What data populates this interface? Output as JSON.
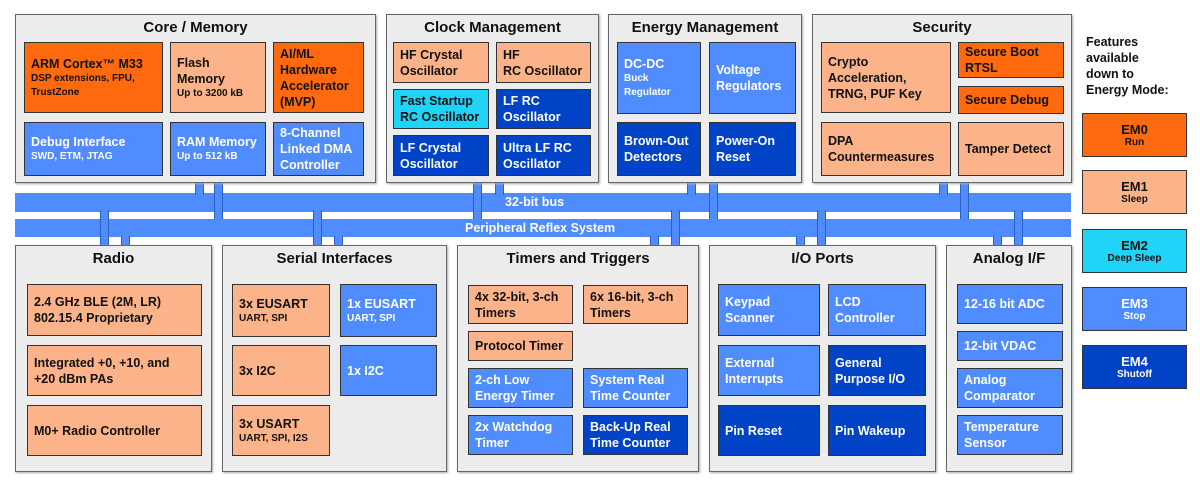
{
  "buses": {
    "bus32": "32-bit bus",
    "prs": "Peripheral Reflex System"
  },
  "core": {
    "title": "Core / Memory",
    "blocks": [
      {
        "title": "ARM Cortex™ M33",
        "sub": "DSP extensions, FPU,\nTrustZone",
        "mode": "EM0"
      },
      {
        "title": "Flash\nMemory",
        "sub": "Up to 3200 kB",
        "mode": "EM1"
      },
      {
        "title": "AI/ML\nHardware\nAccelerator\n(MVP)",
        "mode": "EM0"
      },
      {
        "title": "Debug Interface",
        "sub": "SWD, ETM, JTAG",
        "mode": "EM3"
      },
      {
        "title": "RAM Memory",
        "sub": "Up to 512 kB",
        "mode": "EM3"
      },
      {
        "title": "8-Channel\nLinked DMA\nController",
        "mode": "EM3"
      }
    ]
  },
  "clock": {
    "title": "Clock Management",
    "blocks": [
      {
        "title": "HF Crystal\nOscillator",
        "mode": "EM1"
      },
      {
        "title": "HF\nRC Oscillator",
        "mode": "EM1"
      },
      {
        "title": "Fast Startup\nRC Oscillator",
        "mode": "EM2"
      },
      {
        "title": "LF RC\nOscillator",
        "mode": "EM4"
      },
      {
        "title": "LF Crystal\nOscillator",
        "mode": "EM4"
      },
      {
        "title": "Ultra LF RC\nOscillator",
        "mode": "EM4"
      }
    ]
  },
  "energy": {
    "title": "Energy Management",
    "blocks": [
      {
        "title": "DC-DC",
        "sub": "Buck Regulator",
        "mode": "EM3"
      },
      {
        "title": "Voltage\nRegulators",
        "mode": "EM3"
      },
      {
        "title": "Brown-Out\nDetectors",
        "mode": "EM4"
      },
      {
        "title": "Power-On\nReset",
        "mode": "EM4"
      }
    ]
  },
  "security": {
    "title": "Security",
    "blocks": [
      {
        "title": "Crypto\nAcceleration,\nTRNG, PUF Key",
        "mode": "EM1"
      },
      {
        "title": "Secure Boot\nRTSL",
        "mode": "EM0"
      },
      {
        "title": "Secure Debug",
        "mode": "EM0"
      },
      {
        "title": "DPA\nCountermeasures",
        "mode": "EM1"
      },
      {
        "title": "Tamper Detect",
        "mode": "EM1"
      }
    ]
  },
  "radio": {
    "title": "Radio",
    "blocks": [
      {
        "title": "2.4 GHz BLE (2M, LR)\n802.15.4 Proprietary",
        "mode": "EM1"
      },
      {
        "title": "Integrated +0,  +10, and\n+20 dBm PAs",
        "mode": "EM1"
      },
      {
        "title": "M0+ Radio Controller",
        "mode": "EM1"
      }
    ]
  },
  "serial": {
    "title": "Serial Interfaces",
    "blocks": [
      {
        "title": "3x EUSART",
        "sub": "UART, SPI",
        "mode": "EM1"
      },
      {
        "title": "1x EUSART",
        "sub": "UART, SPI",
        "mode": "EM3"
      },
      {
        "title": "3x I2C",
        "mode": "EM1"
      },
      {
        "title": "1x I2C",
        "mode": "EM3"
      },
      {
        "title": "3x USART",
        "sub": "UART, SPI, I2S",
        "mode": "EM1"
      }
    ]
  },
  "timers": {
    "title": "Timers and Triggers",
    "blocks": [
      {
        "title": "4x 32-bit, 3-ch\nTimers",
        "mode": "EM1"
      },
      {
        "title": "6x 16-bit, 3-ch\nTimers",
        "mode": "EM1"
      },
      {
        "title": "Protocol Timer",
        "mode": "EM1"
      },
      {
        "title": "2-ch Low\nEnergy Timer",
        "mode": "EM3"
      },
      {
        "title": "System Real\nTime Counter",
        "mode": "EM3"
      },
      {
        "title": "2x Watchdog\nTimer",
        "mode": "EM3"
      },
      {
        "title": "Back-Up Real\nTime Counter",
        "mode": "EM4"
      }
    ]
  },
  "io": {
    "title": "I/O Ports",
    "blocks": [
      {
        "title": "Keypad\nScanner",
        "mode": "EM3"
      },
      {
        "title": "LCD\nController",
        "mode": "EM3"
      },
      {
        "title": "External\nInterrupts",
        "mode": "EM3"
      },
      {
        "title": "General\nPurpose I/O",
        "mode": "EM4"
      },
      {
        "title": "Pin Reset",
        "mode": "EM4"
      },
      {
        "title": "Pin Wakeup",
        "mode": "EM4"
      }
    ]
  },
  "analog": {
    "title": "Analog I/F",
    "blocks": [
      {
        "title": "12-16 bit ADC",
        "mode": "EM3"
      },
      {
        "title": "12-bit VDAC",
        "mode": "EM3"
      },
      {
        "title": "Analog\nComparator",
        "mode": "EM3"
      },
      {
        "title": "Temperature\nSensor",
        "mode": "EM3"
      }
    ]
  },
  "legend": {
    "title": "Features\navailable\ndown to\nEnergy Mode:",
    "items": [
      {
        "mode": "EM0",
        "label": "Run"
      },
      {
        "mode": "EM1",
        "label": "Sleep"
      },
      {
        "mode": "EM2",
        "label": "Deep Sleep"
      },
      {
        "mode": "EM3",
        "label": "Stop"
      },
      {
        "mode": "EM4",
        "label": "Shutoff"
      }
    ]
  },
  "colors": {
    "EM0": "#ff6a0f",
    "EM1": "#fdb38a",
    "EM2": "#1fd4f7",
    "EM3": "#4f8cff",
    "EM4": "#0043c6"
  }
}
